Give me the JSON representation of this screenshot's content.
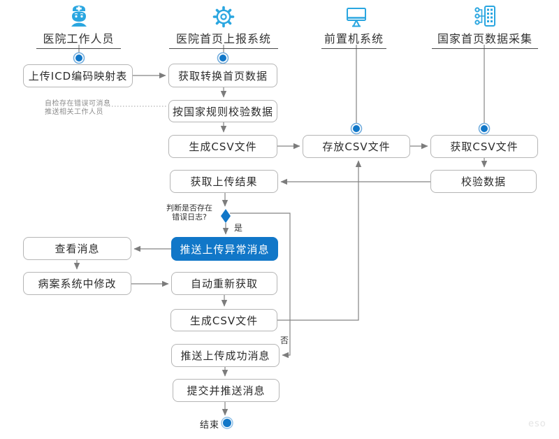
{
  "lanes": [
    {
      "label": "医院工作人员",
      "icon": "nurse-icon"
    },
    {
      "label": "医院首页上报系统",
      "icon": "gear-icon"
    },
    {
      "label": "前置机系统",
      "icon": "monitor-icon"
    },
    {
      "label": "国家首页数据采集",
      "icon": "data-collect-icon"
    }
  ],
  "nodes": {
    "upload_icd": "上传ICD编码映射表",
    "get_convert": "获取转换首页数据",
    "validate_national": "按国家规则校验数据",
    "gen_csv_1": "生成CSV文件",
    "store_csv": "存放CSV文件",
    "get_csv": "获取CSV文件",
    "get_result": "获取上传结果",
    "validate_data": "校验数据",
    "push_error": "推送上传异常消息",
    "view_msg": "查看消息",
    "modify_mrs": "病案系统中修改",
    "auto_refetch": "自动重新获取",
    "gen_csv_2": "生成CSV文件",
    "push_success": "推送上传成功消息",
    "submit_push": "提交并推送消息"
  },
  "labels": {
    "decision": "判断是否存在\n错误日志?",
    "yes": "是",
    "no": "否",
    "note": "自检存在错误可消息\n推送相关工作人员",
    "end": "结束"
  },
  "watermark": "eso",
  "colors": {
    "accent_blue": "#1177c8",
    "icon_blue": "#2aa6e0",
    "line_gray": "#848484",
    "box_border": "#b5b5b5",
    "note_gray": "#8d8d8d"
  }
}
